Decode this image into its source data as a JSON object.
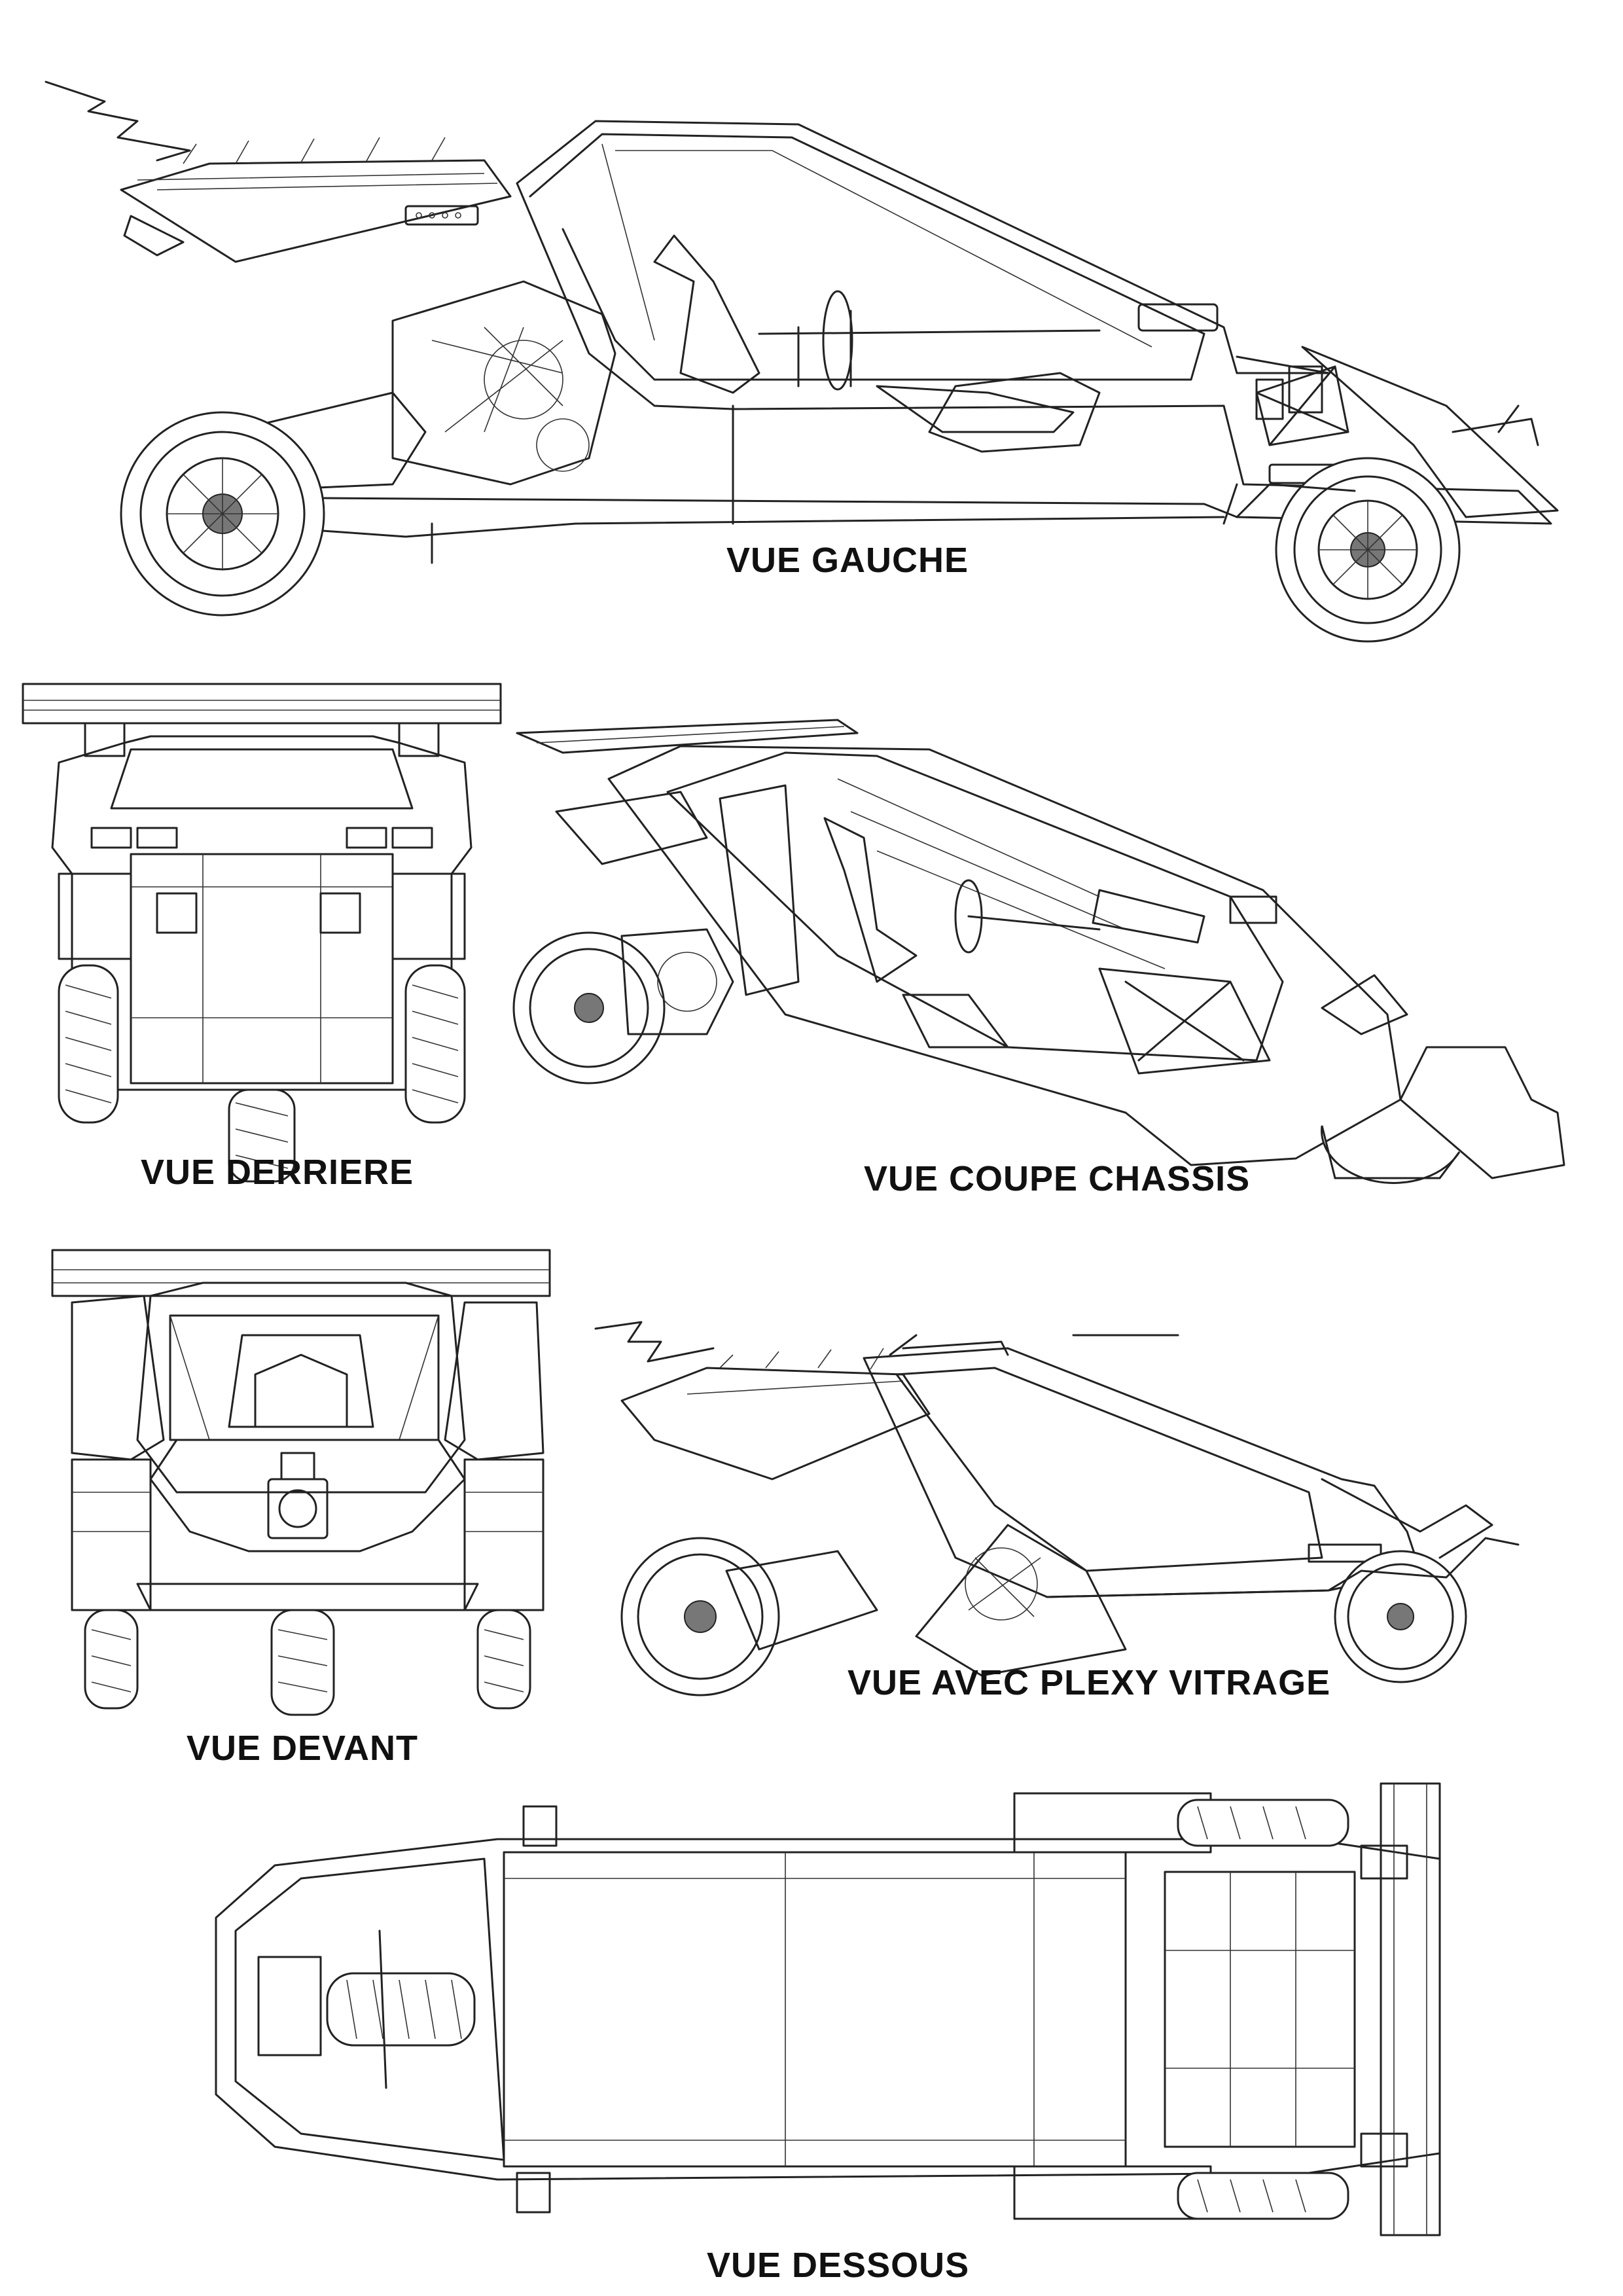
{
  "views": {
    "left": {
      "label": "VUE GAUCHE"
    },
    "rear": {
      "label": "VUE DERRIERE"
    },
    "chassis_cut": {
      "label": "VUE COUPE CHASSIS"
    },
    "front": {
      "label": "VUE DEVANT"
    },
    "glazing": {
      "label": "VUE AVEC PLEXY VITRAGE"
    },
    "bottom": {
      "label": "VUE DESSOUS"
    }
  },
  "colors": {
    "line": "#222222",
    "background": "#ffffff"
  }
}
